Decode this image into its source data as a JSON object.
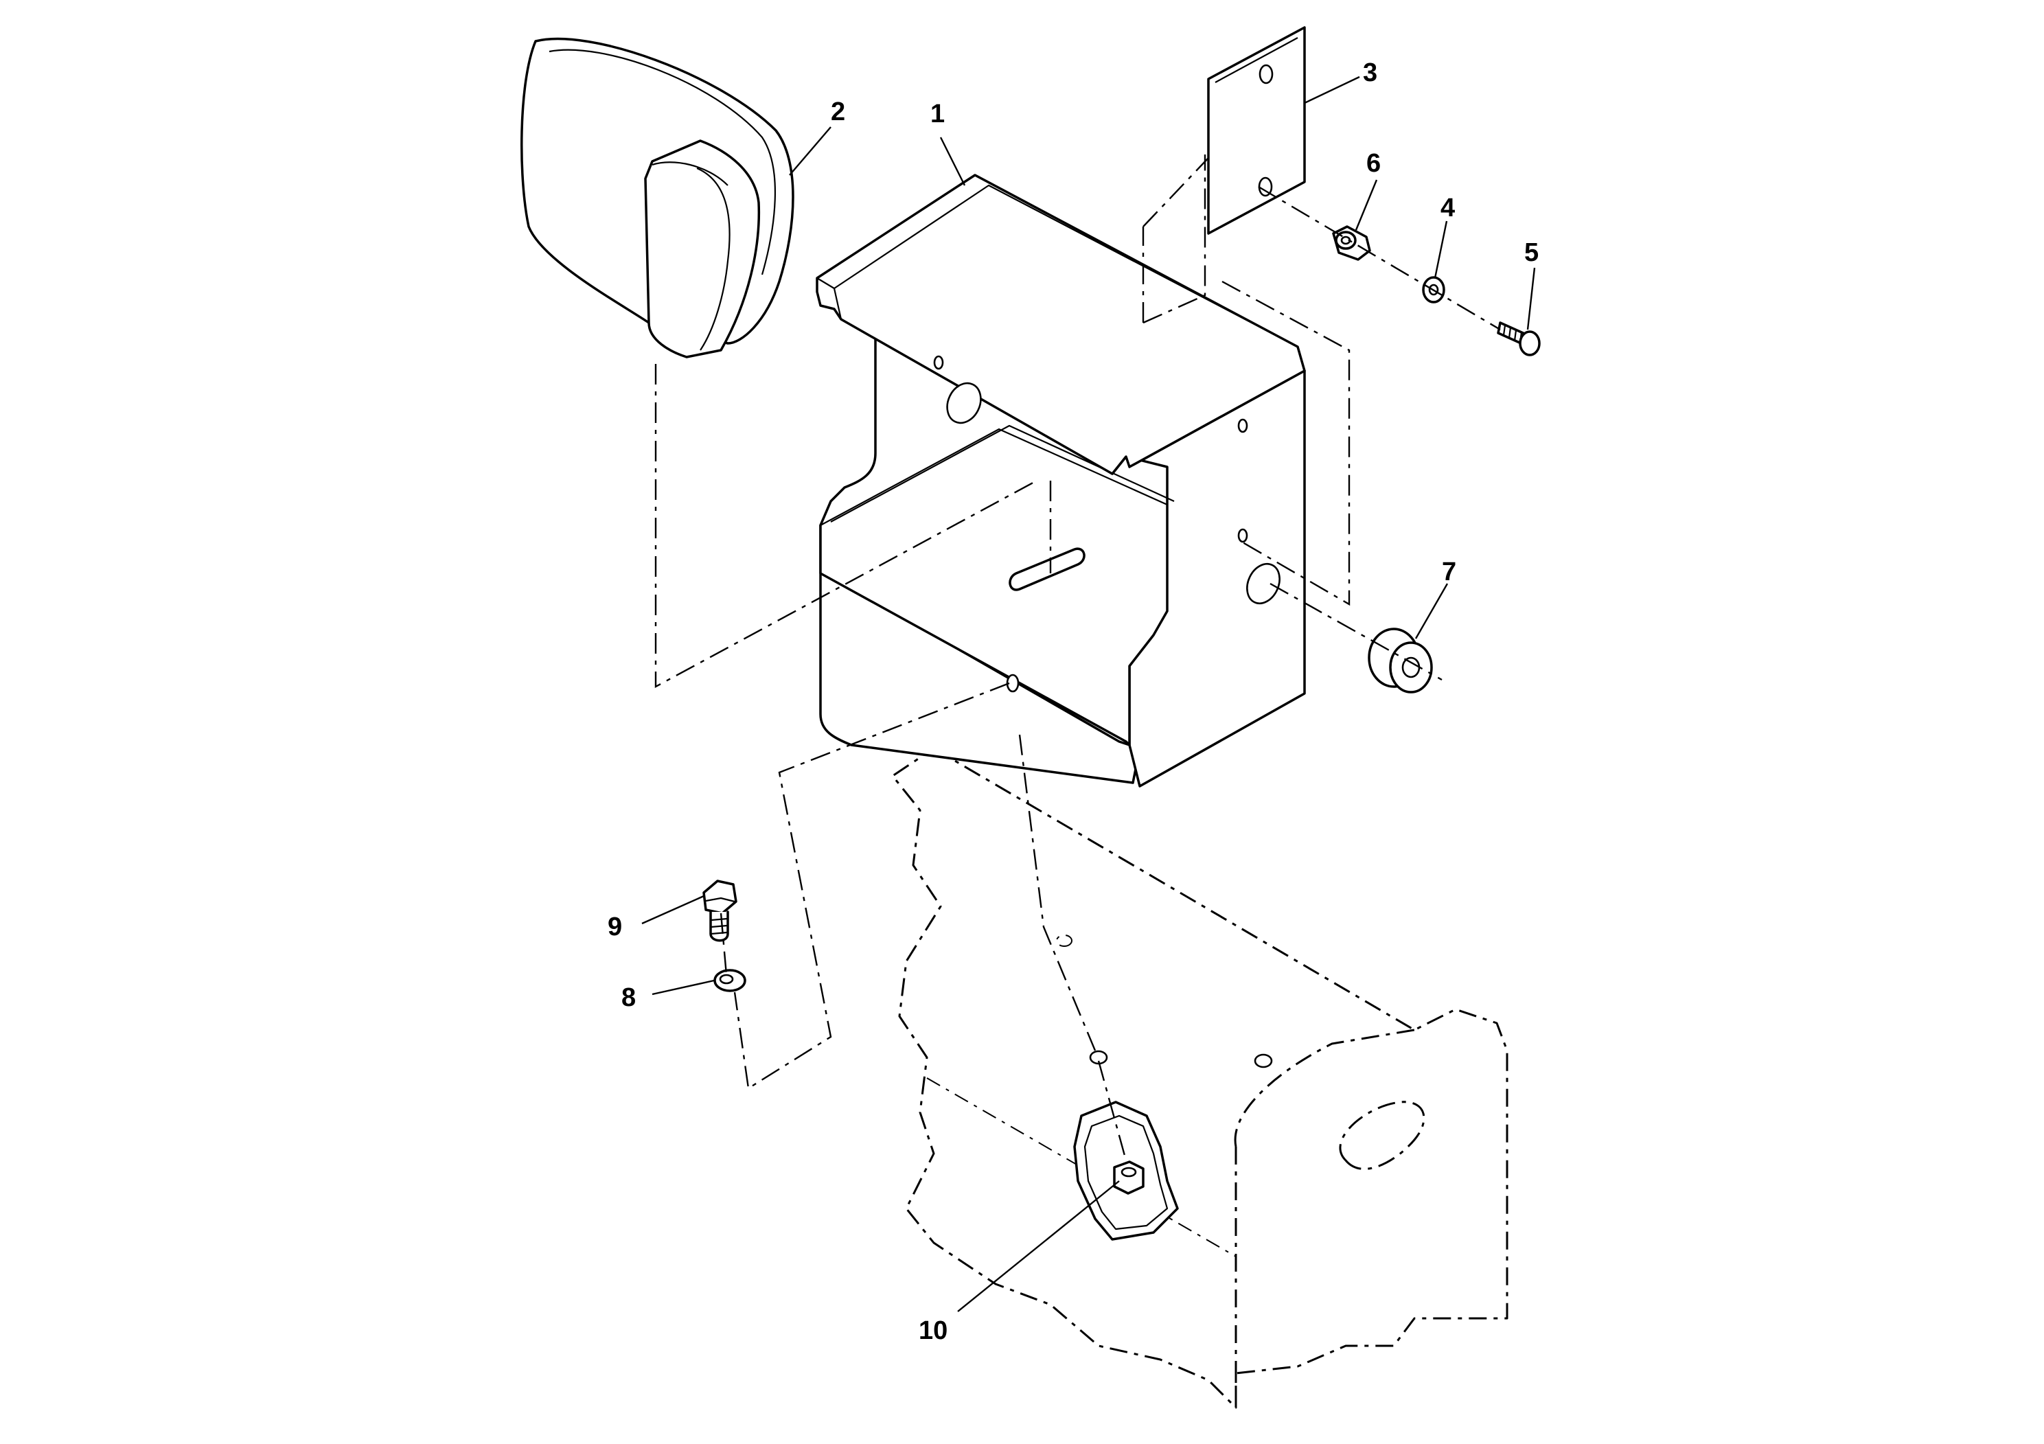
{
  "callouts": {
    "part_1": "1",
    "part_2": "2",
    "part_3": "3",
    "part_4": "4",
    "part_5": "5",
    "part_6": "6",
    "part_7": "7",
    "part_8": "8",
    "part_9": "9",
    "part_10": "10"
  },
  "colors": {
    "line": "#000000",
    "background": "#ffffff"
  }
}
